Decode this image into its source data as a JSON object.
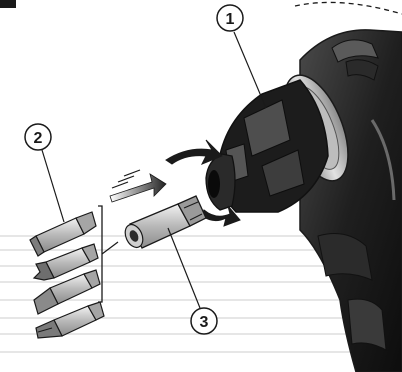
{
  "figure": {
    "header_fragment": "",
    "callouts": [
      {
        "id": "callout-1",
        "label": "1"
      },
      {
        "id": "callout-2",
        "label": "2"
      },
      {
        "id": "callout-3",
        "label": "3"
      }
    ],
    "bits": [
      "hex-bit",
      "torx-bit",
      "slotted-bit",
      "phillips-bit"
    ],
    "colors": {
      "outline": "#1a1a1a",
      "body_dark": "#141414",
      "body_mid": "#3a3a3a",
      "metal_light": "#d8d8d8",
      "metal_mid": "#a9a9a9",
      "guide_lines": "#d6d6d6"
    }
  }
}
